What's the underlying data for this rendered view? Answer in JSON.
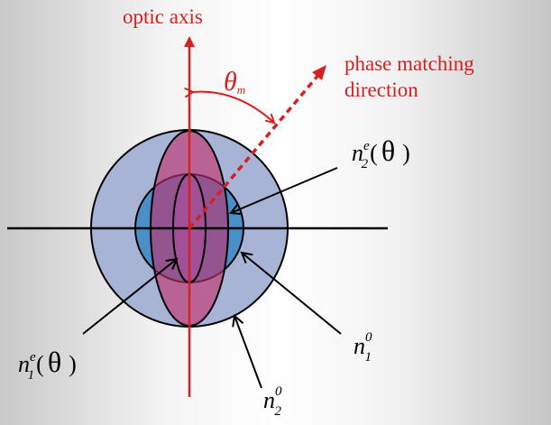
{
  "labels": {
    "optic_axis": "optic axis",
    "phase_line1": "phase matching",
    "phase_line2": "direction",
    "theta_m": {
      "symbol": "θ",
      "sub": "m"
    },
    "n2e": {
      "base": "n",
      "sub": "2",
      "sup": "e",
      "arg": "θ"
    },
    "n1e": {
      "base": "n",
      "sub": "1",
      "sup": "e",
      "arg": "θ"
    },
    "n1o": {
      "base": "n",
      "sub": "1",
      "sup": "0"
    },
    "n2o": {
      "base": "n",
      "sub": "2",
      "sup": "0"
    }
  },
  "colors": {
    "axis_red": "#d42020",
    "outer_circle": "#a8b4d6",
    "inner_circle": "#4a8fc8",
    "ellipse": "#c2306e"
  }
}
